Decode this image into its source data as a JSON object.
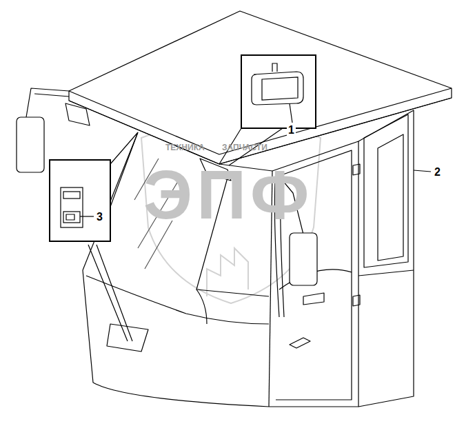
{
  "diagram": {
    "labels": [
      "ТЕХНИКА",
      "ЗАПЧАСТИ",
      "ЭПФ",
      "1",
      "2",
      "3"
    ]
  }
}
